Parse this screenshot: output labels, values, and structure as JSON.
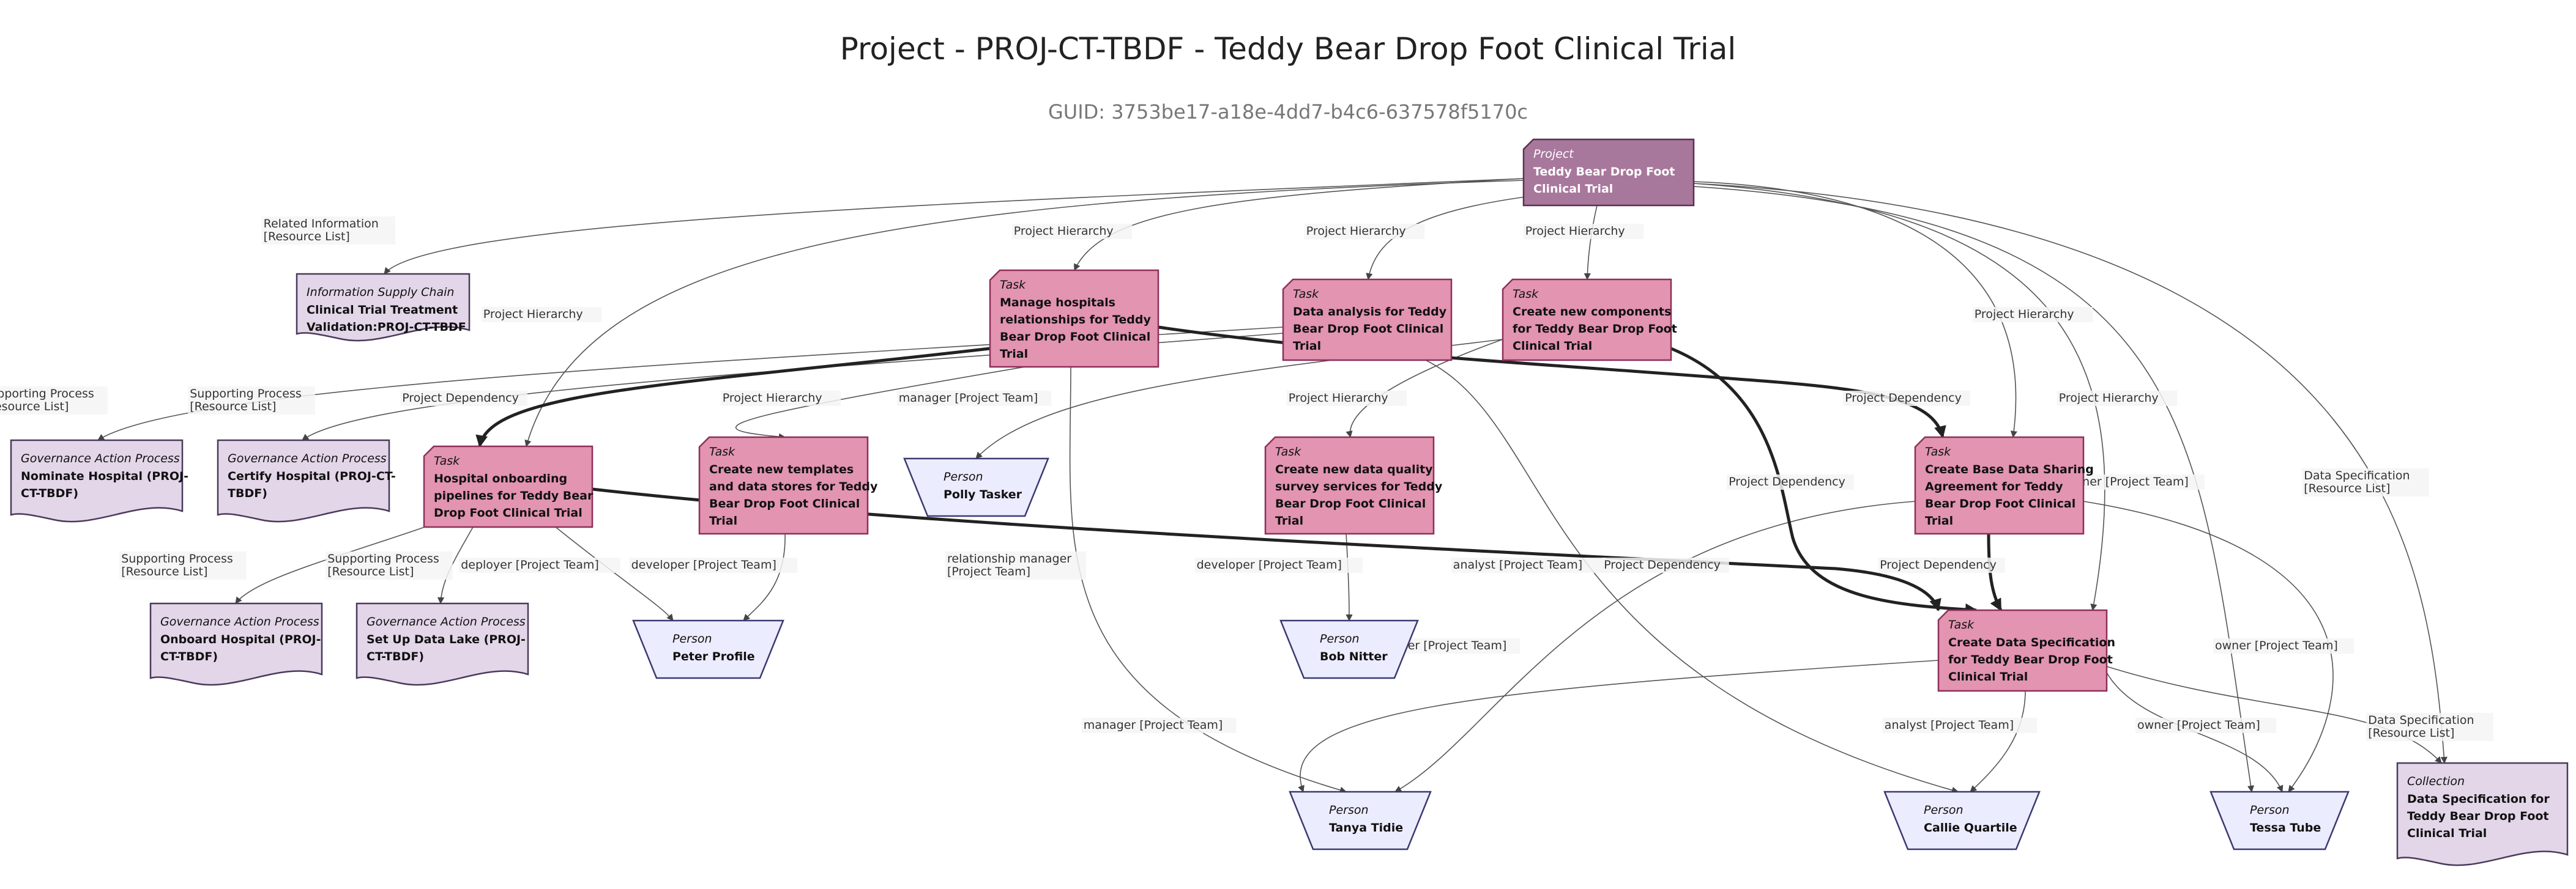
{
  "title": "Project - PROJ-CT-TBDF - Teddy Bear Drop Foot Clinical Trial",
  "guid": "GUID: 3753be17-a18e-4dd7-b4c6-637578f5170c",
  "colors": {
    "project_fill": "#a8779c",
    "task_fill": "#e294b0",
    "task_stroke": "#8e2f5a",
    "governance_fill": "#e3d6e8",
    "governance_stroke": "#4a3a5a",
    "person_fill": "#ececff",
    "person_stroke": "#3a3a70",
    "edge": "#555555",
    "edge_strong": "#222222"
  },
  "nodes": [
    {
      "id": "project",
      "kind": "project",
      "type": "Project",
      "name": [
        "Teddy Bear Drop Foot",
        "Clinical Trial"
      ]
    },
    {
      "id": "isc",
      "kind": "doc",
      "type": "Information Supply Chain",
      "name": [
        "Clinical Trial Treatment",
        "Validation:PROJ-CT-TBDF"
      ]
    },
    {
      "id": "t_manage",
      "kind": "task",
      "type": "Task",
      "name": [
        "Manage hospitals",
        "relationships for Teddy",
        "Bear Drop Foot Clinical",
        "Trial"
      ]
    },
    {
      "id": "t_analysis",
      "kind": "task",
      "type": "Task",
      "name": [
        "Data analysis for Teddy",
        "Bear Drop Foot Clinical",
        "Trial"
      ]
    },
    {
      "id": "t_components",
      "kind": "task",
      "type": "Task",
      "name": [
        "Create new components",
        "for Teddy Bear Drop Foot",
        "Clinical Trial"
      ]
    },
    {
      "id": "g_nominate",
      "kind": "doc",
      "type": "Governance Action Process",
      "name": [
        "Nominate Hospital (PROJ-",
        "CT-TBDF)"
      ]
    },
    {
      "id": "g_certify",
      "kind": "doc",
      "type": "Governance Action Process",
      "name": [
        "Certify Hospital (PROJ-CT-",
        "TBDF)"
      ]
    },
    {
      "id": "t_onboard",
      "kind": "task",
      "type": "Task",
      "name": [
        "Hospital onboarding",
        "pipelines for Teddy Bear",
        "Drop Foot Clinical Trial"
      ]
    },
    {
      "id": "t_templates",
      "kind": "task",
      "type": "Task",
      "name": [
        "Create new templates",
        "and data stores for Teddy",
        "Bear Drop Foot Clinical",
        "Trial"
      ]
    },
    {
      "id": "p_polly",
      "kind": "person",
      "type": "Person",
      "name": [
        "Polly Tasker"
      ]
    },
    {
      "id": "t_quality",
      "kind": "task",
      "type": "Task",
      "name": [
        "Create new data quality",
        "survey services for Teddy",
        "Bear Drop Foot Clinical",
        "Trial"
      ]
    },
    {
      "id": "t_sharing",
      "kind": "task",
      "type": "Task",
      "name": [
        "Create Base Data Sharing",
        "Agreement for Teddy",
        "Bear Drop Foot Clinical",
        "Trial"
      ]
    },
    {
      "id": "g_onboardhosp",
      "kind": "doc",
      "type": "Governance Action Process",
      "name": [
        "Onboard Hospital (PROJ-",
        "CT-TBDF)"
      ]
    },
    {
      "id": "g_datalake",
      "kind": "doc",
      "type": "Governance Action Process",
      "name": [
        "Set Up Data Lake (PROJ-",
        "CT-TBDF)"
      ]
    },
    {
      "id": "p_peter",
      "kind": "person",
      "type": "Person",
      "name": [
        "Peter Profile"
      ]
    },
    {
      "id": "p_bob",
      "kind": "person",
      "type": "Person",
      "name": [
        "Bob Nitter"
      ]
    },
    {
      "id": "t_dataspec",
      "kind": "task",
      "type": "Task",
      "name": [
        "Create Data Specification",
        "for Teddy Bear Drop Foot",
        "Clinical Trial"
      ]
    },
    {
      "id": "p_tanya",
      "kind": "person",
      "type": "Person",
      "name": [
        "Tanya Tidie"
      ]
    },
    {
      "id": "p_callie",
      "kind": "person",
      "type": "Person",
      "name": [
        "Callie Quartile"
      ]
    },
    {
      "id": "p_tessa",
      "kind": "person",
      "type": "Person",
      "name": [
        "Tessa Tube"
      ]
    },
    {
      "id": "collection",
      "kind": "doc",
      "type": "Collection",
      "name": [
        "Data Specification for",
        "Teddy Bear Drop Foot",
        "Clinical Trial"
      ]
    }
  ],
  "edge_labels": [
    {
      "id": "l_related",
      "lines": [
        "Related Information",
        "[Resource List]"
      ]
    },
    {
      "id": "l_ph_manage",
      "lines": [
        "Project Hierarchy"
      ]
    },
    {
      "id": "l_ph_analysis",
      "lines": [
        "Project Hierarchy"
      ]
    },
    {
      "id": "l_ph_components",
      "lines": [
        "Project Hierarchy"
      ]
    },
    {
      "id": "l_ph_onboard",
      "lines": [
        "Project Hierarchy"
      ]
    },
    {
      "id": "l_ph_sharing",
      "lines": [
        "Project Hierarchy"
      ]
    },
    {
      "id": "l_ph_dataspec",
      "lines": [
        "Project Hierarchy"
      ]
    },
    {
      "id": "l_ph_templates",
      "lines": [
        "Project Hierarchy"
      ]
    },
    {
      "id": "l_ph_quality",
      "lines": [
        "Project Hierarchy"
      ]
    },
    {
      "id": "l_sp_nominate",
      "lines": [
        "Supporting Process",
        "[Resource List]"
      ]
    },
    {
      "id": "l_sp_certify",
      "lines": [
        "Supporting Process",
        "[Resource List]"
      ]
    },
    {
      "id": "l_pd_onboard",
      "lines": [
        "Project Dependency"
      ]
    },
    {
      "id": "l_mgr_polly",
      "lines": [
        "manager [Project Team]"
      ]
    },
    {
      "id": "l_pd_sharing",
      "lines": [
        "Project Dependency"
      ]
    },
    {
      "id": "l_pd_components",
      "lines": [
        "Project Dependency"
      ]
    },
    {
      "id": "l_owner_tessa1",
      "lines": [
        "owner [Project Team]"
      ]
    },
    {
      "id": "l_ds_collection1",
      "lines": [
        "Data Specification",
        "[Resource List]"
      ]
    },
    {
      "id": "l_sp_onboardhosp",
      "lines": [
        "Supporting Process",
        "[Resource List]"
      ]
    },
    {
      "id": "l_sp_datalake",
      "lines": [
        "Supporting Process",
        "[Resource List]"
      ]
    },
    {
      "id": "l_deployer",
      "lines": [
        "deployer [Project Team]"
      ]
    },
    {
      "id": "l_developer_peter",
      "lines": [
        "developer [Project Team]"
      ]
    },
    {
      "id": "l_relmgr",
      "lines": [
        "relationship manager",
        "[Project Team]"
      ]
    },
    {
      "id": "l_developer_bob",
      "lines": [
        "developer [Project Team]"
      ]
    },
    {
      "id": "l_analyst1",
      "lines": [
        "analyst [Project Team]"
      ]
    },
    {
      "id": "l_pd_templates",
      "lines": [
        "Project Dependency"
      ]
    },
    {
      "id": "l_pd_sharing_spec",
      "lines": [
        "Project Dependency"
      ]
    },
    {
      "id": "l_mgr_tanya1",
      "lines": [
        "manager [Project Team]"
      ]
    },
    {
      "id": "l_owner_tessa2",
      "lines": [
        "owner [Project Team]"
      ]
    },
    {
      "id": "l_mgr_tanya2",
      "lines": [
        "manager [Project Team]"
      ]
    },
    {
      "id": "l_analyst2",
      "lines": [
        "analyst [Project Team]"
      ]
    },
    {
      "id": "l_owner_tessa3",
      "lines": [
        "owner [Project Team]"
      ]
    },
    {
      "id": "l_ds_collection2",
      "lines": [
        "Data Specification",
        "[Resource List]"
      ]
    }
  ]
}
